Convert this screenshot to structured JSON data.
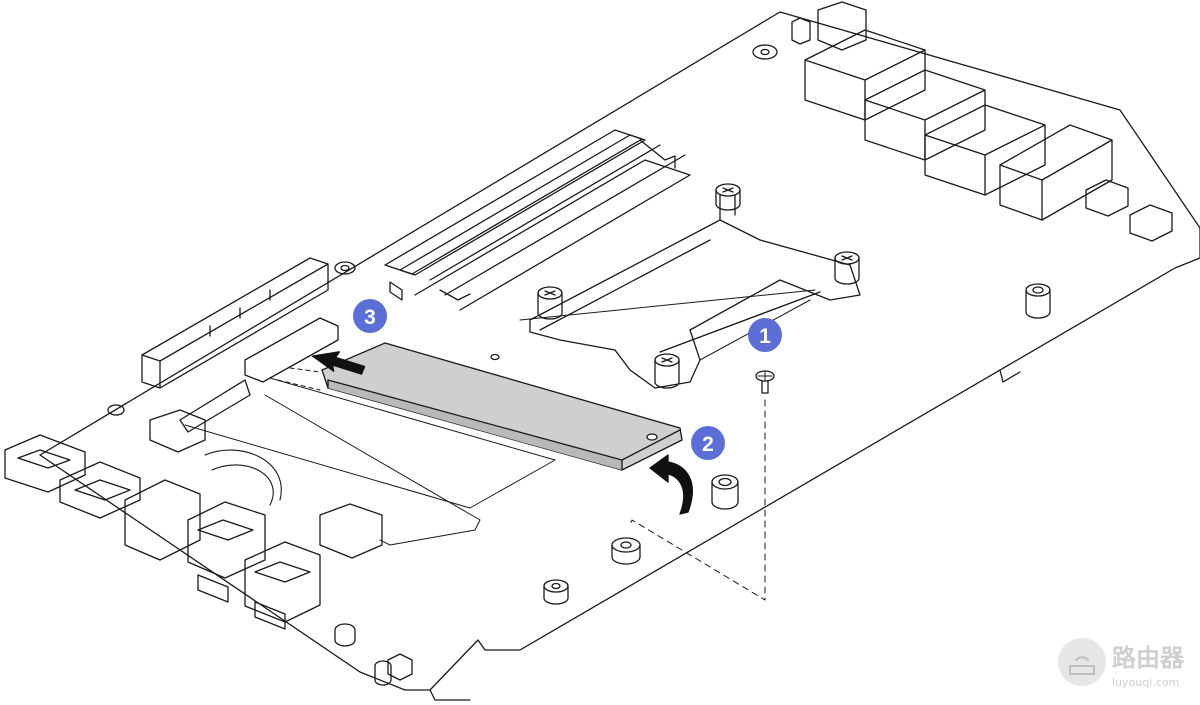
{
  "steps": [
    {
      "number": "1",
      "color": "#5b6fd6"
    },
    {
      "number": "2",
      "color": "#5b6fd6"
    },
    {
      "number": "3",
      "color": "#5b6fd6"
    }
  ],
  "watermark": {
    "title": "路由器",
    "url": "luyouqi.com",
    "icon": "router-icon"
  },
  "colors": {
    "outline": "#1a1a1a",
    "m2_card_fill": "#cfcfcf",
    "arrow": "#111111",
    "board_fill": "#ffffff"
  }
}
